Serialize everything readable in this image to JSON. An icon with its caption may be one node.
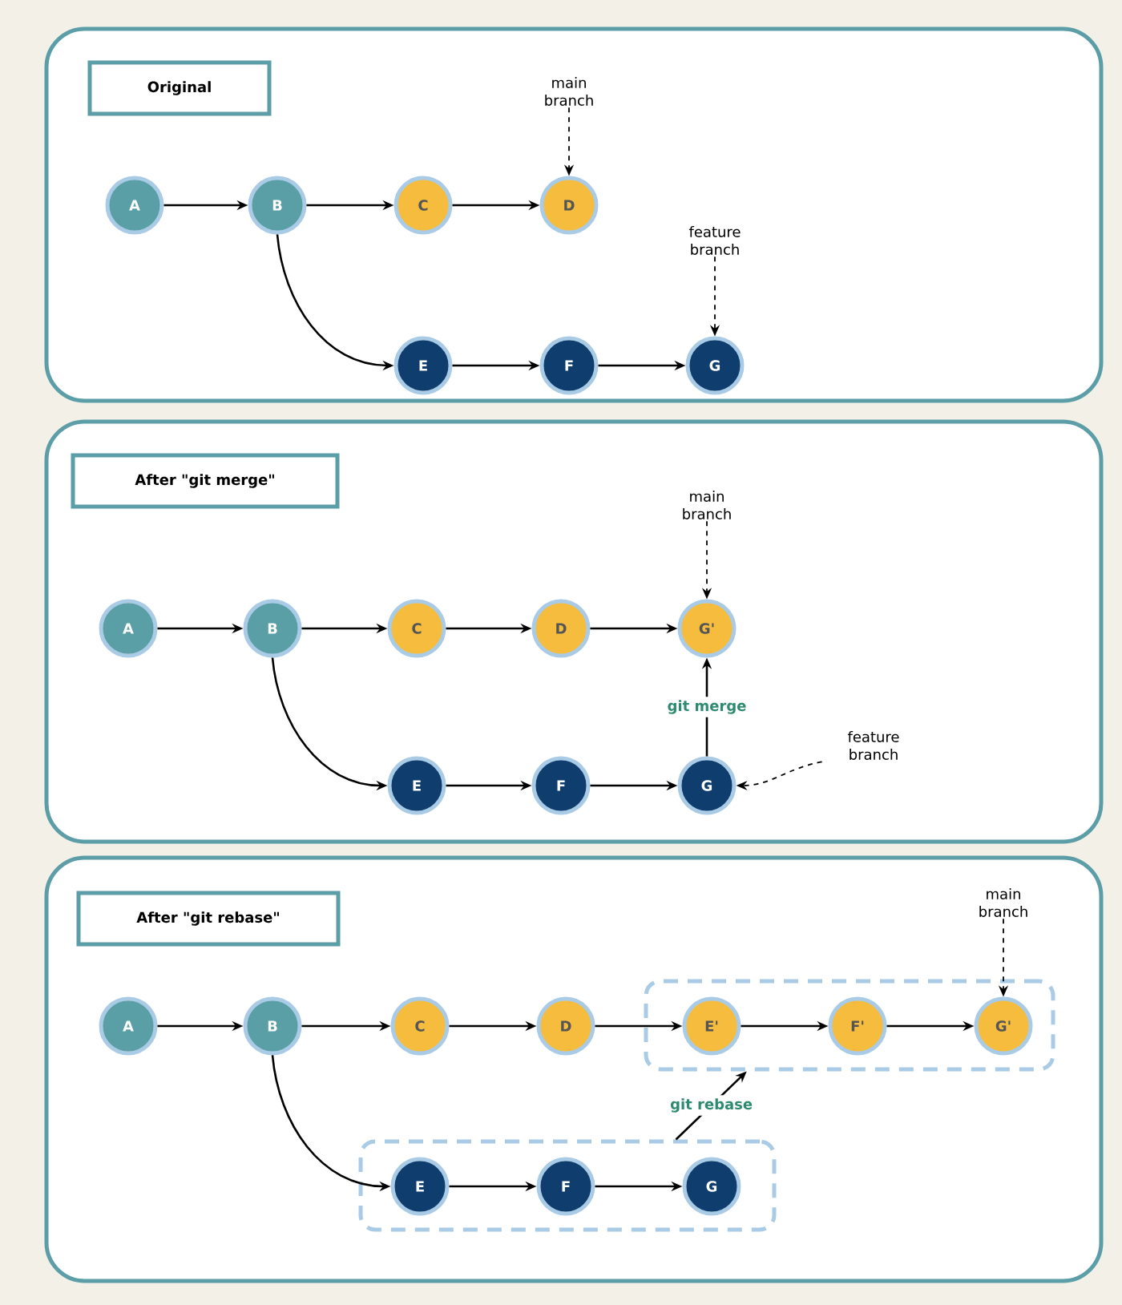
{
  "diagram": {
    "nodes": [
      {
        "text": [],
        "shape": "box"
      },
      {
        "text": [
          "Original"
        ],
        "in": 0
      },
      {
        "text": [
          "A"
        ],
        "in": 0
      },
      {
        "text": [
          "B"
        ],
        "in": 0
      },
      {
        "text": [
          "C"
        ],
        "in": 0
      },
      {
        "text": [
          "D"
        ],
        "in": 0
      },
      {
        "text": [
          "E"
        ],
        "in": 0
      },
      {
        "text": [
          "F"
        ],
        "in": 0
      },
      {
        "text": [
          "G"
        ],
        "in": 0
      },
      {
        "text": [
          "main branch"
        ],
        "in": 0
      },
      {
        "text": [
          "feature branch"
        ],
        "in": 0
      },
      {
        "text": [],
        "shape": "box"
      },
      {
        "text": [
          "After \"git merge\""
        ],
        "in": 11
      },
      {
        "text": [
          "A"
        ],
        "in": 11
      },
      {
        "text": [
          "B"
        ],
        "in": 11
      },
      {
        "text": [
          "C"
        ],
        "in": 11
      },
      {
        "text": [
          "D"
        ],
        "in": 11
      },
      {
        "text": [
          "G'"
        ],
        "in": 11
      },
      {
        "text": [
          "E"
        ],
        "in": 11
      },
      {
        "text": [
          "F"
        ],
        "in": 11
      },
      {
        "text": [
          "G"
        ],
        "in": 11
      },
      {
        "text": [
          "main branch"
        ],
        "in": 11
      },
      {
        "text": [
          "feature branch"
        ],
        "in": 11
      },
      {
        "text": [],
        "shape": "box"
      },
      {
        "text": [
          "After \"git rebase\""
        ],
        "in": 23
      },
      {
        "text": [
          "A"
        ],
        "in": 23
      },
      {
        "text": [
          "B"
        ],
        "in": 23
      },
      {
        "text": [
          "C"
        ],
        "in": 23
      },
      {
        "text": [
          "D"
        ],
        "in": 23
      },
      {
        "text": [],
        "shape": "box",
        "in": 23
      },
      {
        "text": [
          "E'"
        ],
        "in": 29
      },
      {
        "text": [
          "F'"
        ],
        "in": 29
      },
      {
        "text": [
          "G'"
        ],
        "in": 29
      },
      {
        "text": [],
        "shape": "box",
        "in": 23
      },
      {
        "text": [
          "E"
        ],
        "in": 33
      },
      {
        "text": [
          "F"
        ],
        "in": 33
      },
      {
        "text": [
          "G"
        ],
        "in": 33
      },
      {
        "text": [
          "main branch"
        ],
        "in": 23
      }
    ],
    "edges": [
      {
        "from": 2,
        "to": 3,
        "arrow": "to"
      },
      {
        "from": 3,
        "to": 4,
        "arrow": "to"
      },
      {
        "from": 4,
        "to": 5,
        "arrow": "to"
      },
      {
        "from": 3,
        "to": 6,
        "arrow": "to"
      },
      {
        "from": 6,
        "to": 7,
        "arrow": "to"
      },
      {
        "from": 7,
        "to": 8,
        "arrow": "to"
      },
      {
        "from": 9,
        "to": 5,
        "arrow": "to",
        "style": "dashed"
      },
      {
        "from": 10,
        "to": 8,
        "arrow": "to",
        "style": "dashed"
      },
      {
        "from": 13,
        "to": 14,
        "arrow": "to"
      },
      {
        "from": 14,
        "to": 15,
        "arrow": "to"
      },
      {
        "from": 15,
        "to": 16,
        "arrow": "to"
      },
      {
        "from": 16,
        "to": 17,
        "arrow": "to"
      },
      {
        "from": 14,
        "to": 18,
        "arrow": "to"
      },
      {
        "from": 18,
        "to": 19,
        "arrow": "to"
      },
      {
        "from": 19,
        "to": 20,
        "arrow": "to"
      },
      {
        "from": 20,
        "to": 17,
        "arrow": "to",
        "label": "git merge"
      },
      {
        "from": 21,
        "to": 17,
        "arrow": "to",
        "style": "dashed"
      },
      {
        "from": 22,
        "to": 20,
        "arrow": "to",
        "style": "dashed"
      },
      {
        "from": 25,
        "to": 26,
        "arrow": "to"
      },
      {
        "from": 26,
        "to": 27,
        "arrow": "to"
      },
      {
        "from": 27,
        "to": 28,
        "arrow": "to"
      },
      {
        "from": 28,
        "to": 30,
        "arrow": "to"
      },
      {
        "from": 30,
        "to": 31,
        "arrow": "to"
      },
      {
        "from": 31,
        "to": 32,
        "arrow": "to"
      },
      {
        "from": 26,
        "to": 34,
        "arrow": "to"
      },
      {
        "from": 34,
        "to": 35,
        "arrow": "to"
      },
      {
        "from": 35,
        "to": 36,
        "arrow": "to"
      },
      {
        "from": 33,
        "to": 29,
        "arrow": "to",
        "label": "git rebase"
      },
      {
        "from": 37,
        "to": 32,
        "arrow": "to",
        "style": "dashed"
      }
    ]
  }
}
